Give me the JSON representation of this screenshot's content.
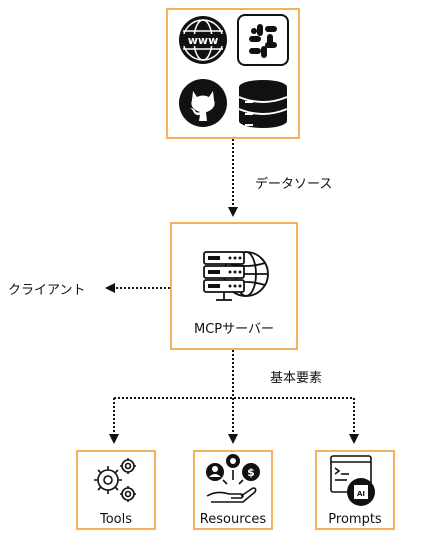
{
  "sources": {
    "label": "データソース",
    "icons": [
      "www-globe-icon",
      "slack-icon",
      "github-icon",
      "database-icon"
    ]
  },
  "server": {
    "label": "MCPサーバー",
    "icon": "server-globe-icon"
  },
  "client": {
    "label": "クライアント"
  },
  "elements": {
    "label": "基本要素",
    "items": [
      {
        "label": "Tools",
        "icon": "gears-icon"
      },
      {
        "label": "Resources",
        "icon": "resources-icon"
      },
      {
        "label": "Prompts",
        "icon": "prompt-ai-icon"
      }
    ]
  },
  "colors": {
    "box_border": "#f7b15c",
    "line": "#111111"
  }
}
